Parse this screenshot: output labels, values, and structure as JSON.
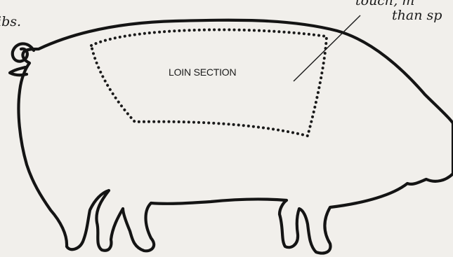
{
  "diagram": {
    "loin_label": "LOIN SECTION",
    "note_left": "ibs.",
    "note_right_line1": "touch, m",
    "note_right_line2": "than sp"
  },
  "colors": {
    "background": "#f1efeb",
    "ink": "#141414"
  }
}
